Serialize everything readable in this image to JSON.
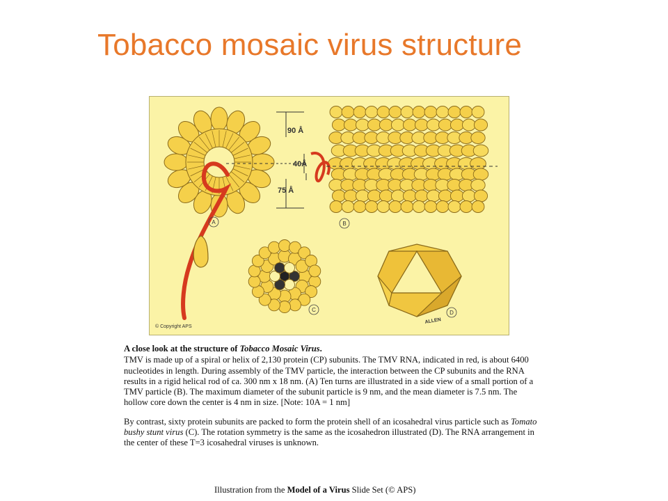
{
  "slide": {
    "title": "Tobacco mosaic virus structure"
  },
  "figure": {
    "dimensions": [
      "90 Å",
      "40Å",
      "75 Å"
    ],
    "panel_labels": [
      "A",
      "B",
      "C",
      "D"
    ],
    "copyright": "© Copyright APS",
    "artist_signature": "ALLEN",
    "colors": {
      "background": "#fbf3a6",
      "protein_subunit": "#f5d04a",
      "rna_strand": "#d63a1e",
      "outline": "#8a6a1a"
    }
  },
  "caption": {
    "heading_prefix": "A close look at the structure of ",
    "heading_virus": "Tobacco Mosaic Virus",
    "heading_suffix": ".",
    "para1": "TMV is made up of a spiral or helix of  2,130 protein (CP) subunits. The TMV RNA, indicated in red, is about 6400 nucleotides in length. During assembly of the TMV particle, the interaction between the CP subunits and the RNA results in a rigid helical rod of ca. 300 nm x 18 nm. (A) Ten turns are illustrated in a side view of a small portion of a TMV particle (B). The maximum diameter of the subunit particle is 9 nm, and the mean diameter is 7.5 nm. The hollow core down the center is 4 nm in size. [Note: 10A = 1 nm]",
    "para2_a": "By contrast, sixty protein subunits are packed to form the protein shell of an icosahedral virus particle such as ",
    "para2_virus": "Tomato bushy stunt virus",
    "para2_b": " (C). The rotation symmetry is the same as the icosahedron illustrated (D).  The RNA arrangement in the center of these T=3 icosahedral viruses is unknown."
  },
  "credit": {
    "prefix": "Illustration from the ",
    "title": "Model of a Virus",
    "suffix": " Slide Set (© APS)"
  }
}
